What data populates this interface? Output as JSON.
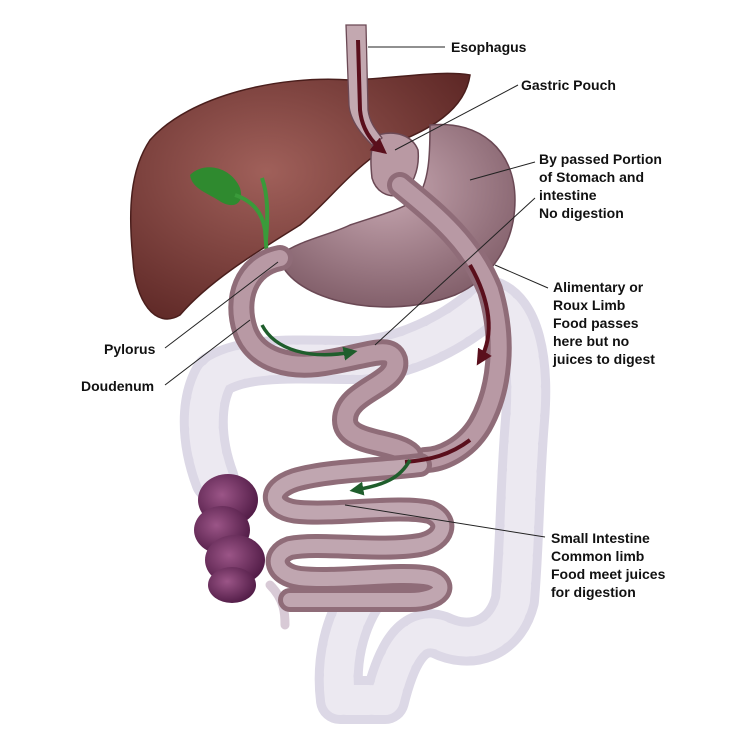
{
  "labels": {
    "esophagus": "Esophagus",
    "gastric_pouch": "Gastric Pouch",
    "bypassed": [
      "By passed Portion",
      "of Stomach and",
      "intestine",
      "No digestion"
    ],
    "alimentary": [
      "Alimentary or",
      "Roux Limb",
      "Food passes",
      "here but no",
      "juices to digest"
    ],
    "pylorus": "Pylorus",
    "doudenum": "Doudenum",
    "small_intestine": [
      "Small Intestine",
      "Common limb",
      "Food meet juices",
      "for digestion"
    ]
  },
  "colors": {
    "liver": "#7e3d3a",
    "stomach": "#a07c86",
    "intestine": "#a98e97",
    "colon": "#dcd8e6",
    "sigmoid": "#6b2a5b",
    "gallbladder": "#2f8a2f",
    "arrow_dark": "#5a0f1c",
    "arrow_green": "#1f5e2c"
  }
}
